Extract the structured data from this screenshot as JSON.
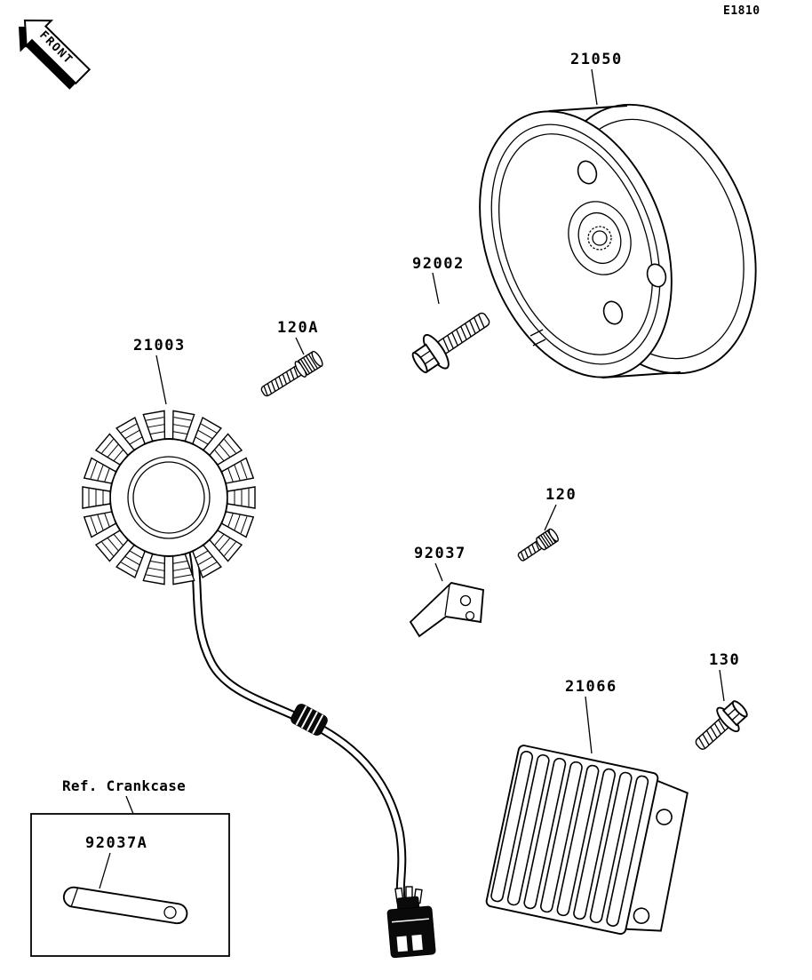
{
  "diagram": {
    "page_code": "E1810",
    "front_label": "FRONT",
    "ref_label": "Ref. Crankcase",
    "line_color": "#000000",
    "background_color": "#ffffff",
    "parts": [
      {
        "id": "21050",
        "name": "generator-flywheel-rotor"
      },
      {
        "id": "92002",
        "name": "flange-bolt"
      },
      {
        "id": "120A",
        "name": "socket-bolt"
      },
      {
        "id": "21003",
        "name": "stator-coil-assembly"
      },
      {
        "id": "120",
        "name": "socket-bolt-small"
      },
      {
        "id": "92037",
        "name": "clamp-bracket"
      },
      {
        "id": "21066",
        "name": "regulator-rectifier"
      },
      {
        "id": "130",
        "name": "flange-bolt-small"
      },
      {
        "id": "92037A",
        "name": "clamp-strap"
      }
    ]
  }
}
